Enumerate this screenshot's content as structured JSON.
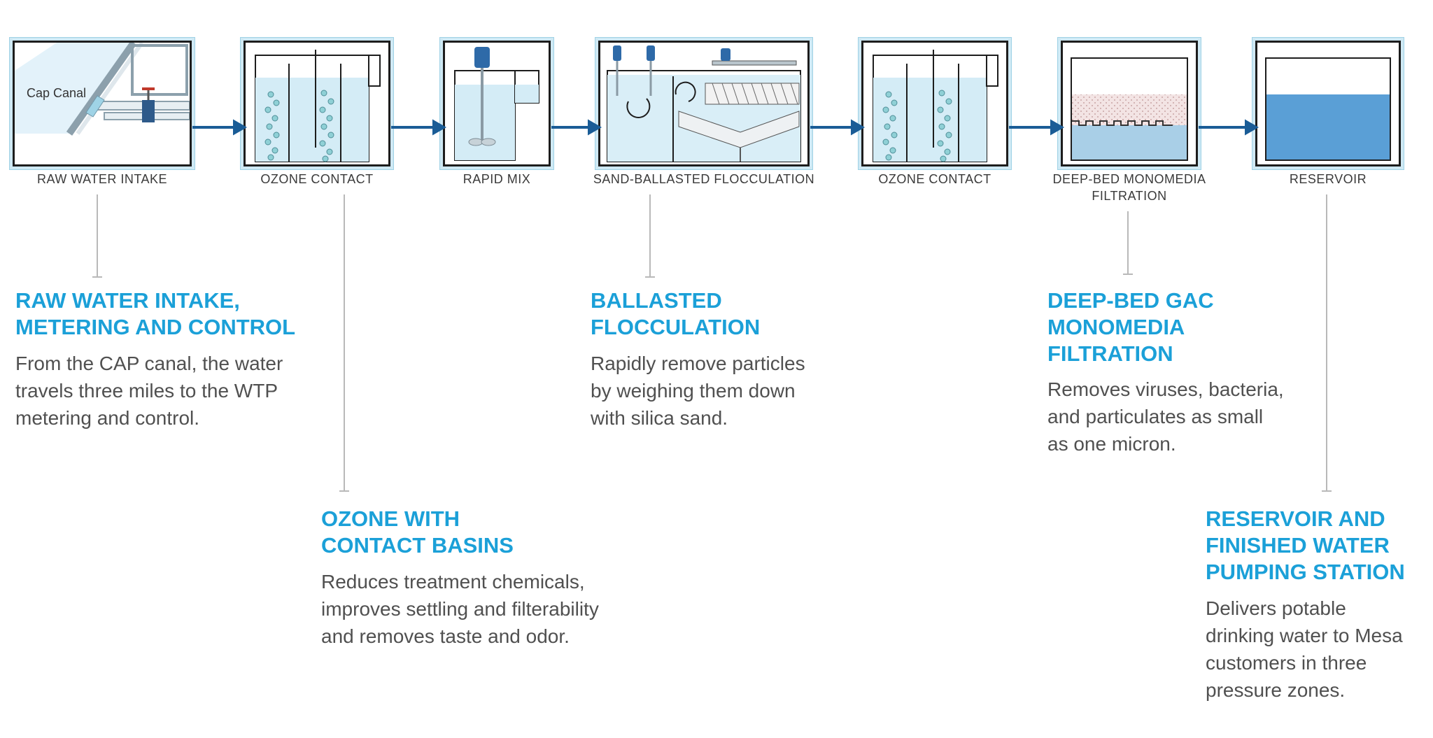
{
  "stages": [
    {
      "label": "RAW WATER INTAKE"
    },
    {
      "label": "OZONE CONTACT"
    },
    {
      "label": "RAPID MIX"
    },
    {
      "label": "SAND-BALLASTED FLOCCULATION"
    },
    {
      "label": "OZONE CONTACT"
    },
    {
      "label": "DEEP-BED MONOMEDIA\nFILTRATION"
    },
    {
      "label": "RESERVOIR"
    }
  ],
  "intake_sign": "Cap Canal",
  "descriptions": [
    {
      "title": "RAW WATER INTAKE,\nMETERING AND CONTROL",
      "body": "From the CAP canal, the water\ntravels three miles to the WTP\nmetering and control."
    },
    {
      "title": "OZONE WITH\nCONTACT BASINS",
      "body": "Reduces treatment chemicals,\nimproves settling and filterability\nand removes taste and odor."
    },
    {
      "title": "BALLASTED\nFLOCCULATION",
      "body": "Rapidly remove particles\nby weighing them down\nwith silica sand."
    },
    {
      "title": "DEEP-BED GAC\nMONOMEDIA\nFILTRATION",
      "body": "Removes viruses, bacteria,\nand particulates as small\nas one micron."
    },
    {
      "title": "RESERVOIR AND\nFINISHED WATER\nPUMPING STATION",
      "body": "Delivers potable\ndrinking water to Mesa\ncustomers in three\npressure zones."
    }
  ],
  "colors": {
    "accent": "#1ba0d8",
    "arrow": "#1a5c96",
    "water": "#cfe9f5",
    "reservoir_water": "#5a9fd6"
  }
}
